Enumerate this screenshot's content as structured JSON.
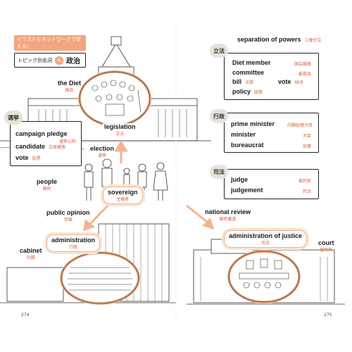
{
  "header": {
    "tagline": "イラストとネットワークで覚える！",
    "chapter_prefix": "トピック別名詞",
    "chapter_number": "6",
    "chapter_title": "政治"
  },
  "separation": {
    "en": "separation of powers",
    "jp": "三権分立"
  },
  "legislative": {
    "badge": "立法",
    "items": [
      {
        "en": "Diet member",
        "jp": "国会議員"
      },
      {
        "en": "committee",
        "jp": "委員会"
      },
      {
        "en": "bill",
        "jp": "法案"
      },
      {
        "en": "policy",
        "jp": "政策"
      },
      {
        "en": "vote",
        "jp": "採決"
      }
    ]
  },
  "executive": {
    "badge": "行政",
    "items": [
      {
        "en": "prime minister",
        "jp": "内閣総理大臣"
      },
      {
        "en": "minister",
        "jp": "大臣"
      },
      {
        "en": "bureaucrat",
        "jp": "官僚"
      }
    ]
  },
  "judicial": {
    "badge": "司法",
    "items": [
      {
        "en": "judge",
        "jp": "裁判官"
      },
      {
        "en": "judgement",
        "jp": "判決"
      }
    ]
  },
  "election_box": {
    "badge": "選挙",
    "items": [
      {
        "en": "campaign pledge",
        "jp": "選挙公約"
      },
      {
        "en": "candidate",
        "jp": "立候補者"
      },
      {
        "en": "vote",
        "jp": "投票"
      }
    ]
  },
  "labels": {
    "the_diet": {
      "en": "the Diet",
      "jp": "国会"
    },
    "legislation": {
      "en": "legislation",
      "jp": "立法"
    },
    "election": {
      "en": "election",
      "jp": "選挙"
    },
    "people": {
      "en": "people",
      "jp": "国民"
    },
    "sovereign": {
      "en": "sovereign",
      "jp": "主権者"
    },
    "public_opinion": {
      "en": "public opinion",
      "jp": "世論"
    },
    "administration": {
      "en": "administration",
      "jp": "行政"
    },
    "cabinet": {
      "en": "cabinet",
      "jp": "内閣"
    },
    "national_review": {
      "en": "national review",
      "jp": "国民審査"
    },
    "administration_of_justice": {
      "en": "administration of justice",
      "jp": "司法"
    },
    "court": {
      "en": "court",
      "jp": "裁判所"
    }
  },
  "pages": {
    "left": "274",
    "right": "275"
  },
  "colors": {
    "accent": "#d9613b",
    "arrow": "#f2b48f",
    "highlight": "#fbe4d5"
  }
}
